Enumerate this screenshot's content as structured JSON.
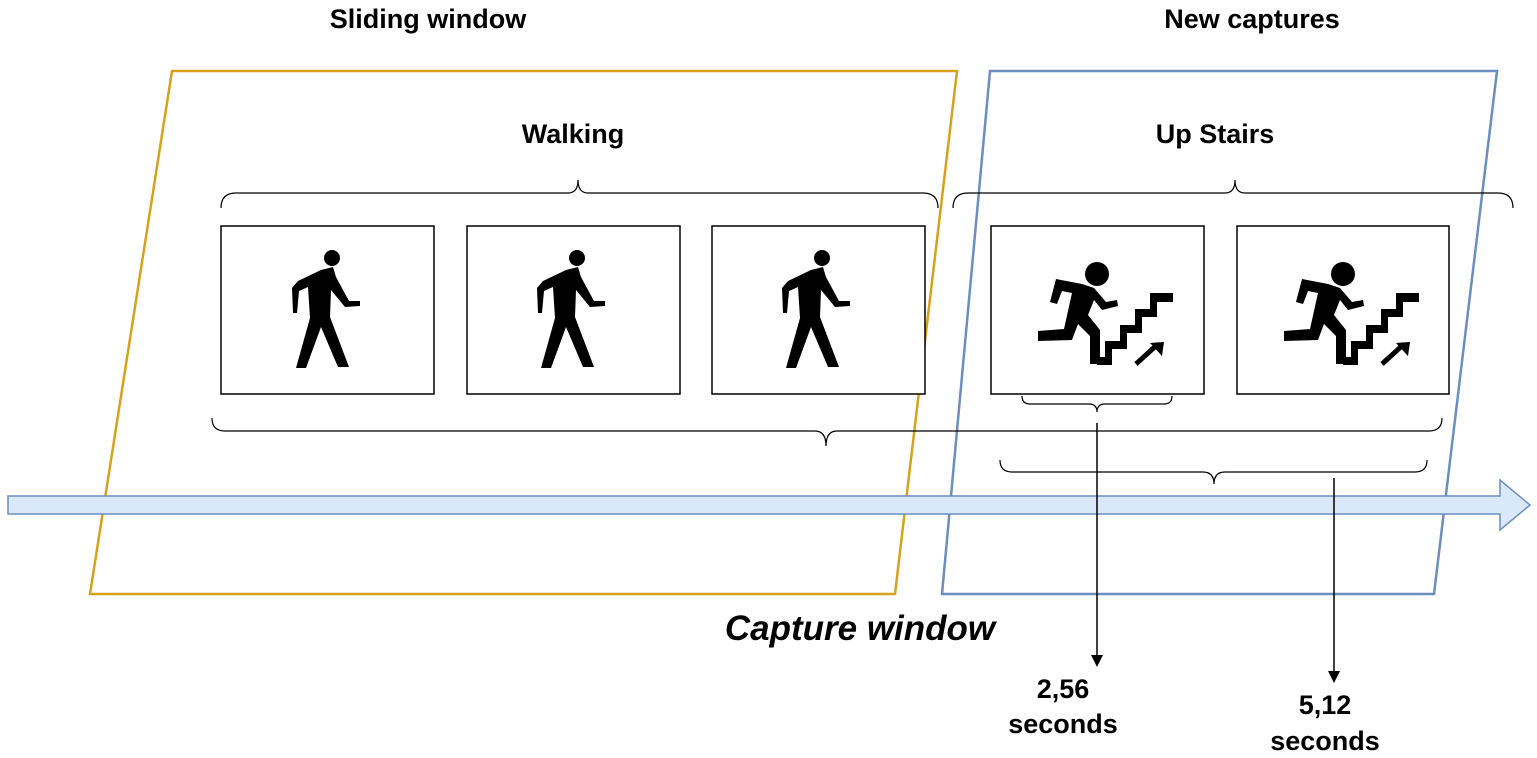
{
  "headers": {
    "sliding_window": "Sliding window",
    "new_captures": "New captures"
  },
  "labels": {
    "walking": "Walking",
    "up_stairs": "Up Stairs"
  },
  "axis_label": "Capture window",
  "times": [
    {
      "line1": "2,56",
      "line2": "seconds"
    },
    {
      "line1": "5,12",
      "line2": "seconds"
    }
  ],
  "frames": [
    {
      "activity": "walking",
      "icon": "walking-person-icon"
    },
    {
      "activity": "walking",
      "icon": "walking-person-icon"
    },
    {
      "activity": "walking",
      "icon": "walking-person-icon"
    },
    {
      "activity": "up-stairs",
      "icon": "stairs-climbing-icon"
    },
    {
      "activity": "up-stairs",
      "icon": "stairs-climbing-icon"
    }
  ],
  "colors": {
    "sliding_window": "#d6a21e",
    "new_captures": "#6c8ebf",
    "timeline_fill": "#dae8fc",
    "timeline_stroke": "#6c8ebf"
  }
}
